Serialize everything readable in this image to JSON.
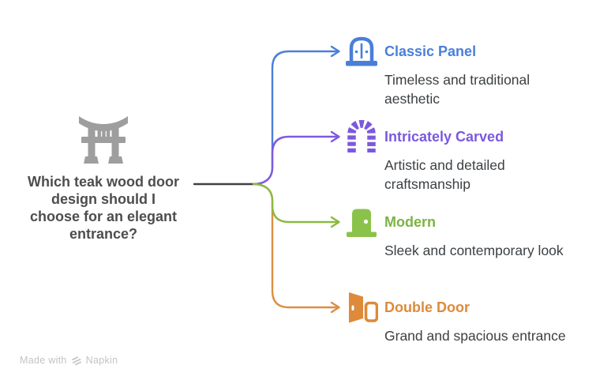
{
  "center": {
    "icon": "torii-gate-icon",
    "question_lines": [
      "Which teak wood door",
      "design should I",
      "choose for an elegant",
      "entrance?"
    ]
  },
  "branches": [
    {
      "title": "Classic Panel",
      "description_lines": [
        "Timeless and traditional",
        "aesthetic"
      ],
      "accent_color": "#4a7fd9",
      "icon": "arched-panel-door-icon"
    },
    {
      "title": "Intricately Carved",
      "description_lines": [
        "Artistic and detailed",
        "craftsmanship"
      ],
      "accent_color": "#7b59de",
      "icon": "carved-arch-icon"
    },
    {
      "title": "Modern",
      "description_lines": [
        "Sleek and contemporary look"
      ],
      "accent_color": "#7cb342",
      "icon": "modern-door-icon"
    },
    {
      "title": "Double Door",
      "description_lines": [
        "Grand and spacious entrance"
      ],
      "accent_color": "#dd8a3a",
      "icon": "double-door-icon"
    }
  ],
  "watermark": {
    "made_with": "Made with",
    "brand": "Napkin"
  },
  "colors": {
    "connector_trunk": "#404040",
    "center_text": "#4d4d4d",
    "description_text": "#3c4043",
    "center_icon_gray": "#9e9e9e",
    "watermark_gray": "#c3c3c3"
  }
}
